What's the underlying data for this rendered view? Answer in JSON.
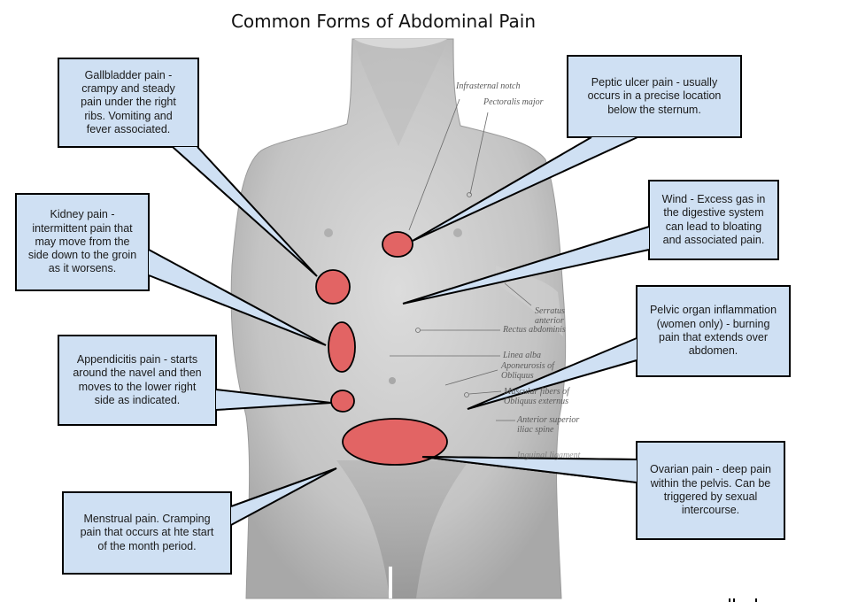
{
  "title": "Common Forms of Abdominal Pain",
  "colors": {
    "callout_fill": "#cfe0f3",
    "callout_stroke": "#000000",
    "marker_fill": "#e26464",
    "marker_stroke": "#000000",
    "body_fill": "#c9c9c9",
    "anatomy_label": "#5a5a5a"
  },
  "callouts": [
    {
      "id": "gallbladder",
      "text": "Gallbladder pain -\ncrampy and steady\npain under the right\nribs. Vomiting and\nfever associated."
    },
    {
      "id": "kidney",
      "text": "Kidney pain -\nintermittent pain that\nmay move from the\nside down to the groin\nas it worsens."
    },
    {
      "id": "appendicitis",
      "text": "Appendicitis pain - starts\naround the navel and then\nmoves to the lower right\nside as indicated."
    },
    {
      "id": "menstrual",
      "text": "Menstrual pain. Cramping\npain that occurs at hte start\nof the month period."
    },
    {
      "id": "peptic-ulcer",
      "text": "Peptic ulcer pain - usually\noccurs in a precise location\nbelow the sternum."
    },
    {
      "id": "wind",
      "text": "Wind - Excess gas in\nthe digestive system\ncan lead to bloating\nand associated pain."
    },
    {
      "id": "pelvic",
      "text": "Pelvic organ inflammation\n(women only)  - burning\npain that extends over\nabdomen."
    },
    {
      "id": "ovarian",
      "text": "Ovarian pain - deep pain\nwithin the pelvis. Can be\ntriggered by sexual\nintercourse."
    }
  ],
  "markers": [
    {
      "id": "peptic-ulcer",
      "label": "peptic ulcer area"
    },
    {
      "id": "gallbladder",
      "label": "gallbladder area"
    },
    {
      "id": "kidney",
      "label": "kidney area"
    },
    {
      "id": "appendix",
      "label": "appendix area"
    },
    {
      "id": "pelvis",
      "label": "pelvic area"
    }
  ],
  "anatomy_labels": [
    {
      "id": "infrasternal-notch",
      "text": "Infrasternal notch"
    },
    {
      "id": "pectoralis-major",
      "text": "Pectoralis major"
    },
    {
      "id": "serratus-anterior",
      "text": "Serratus\n   anterior"
    },
    {
      "id": "rectus-abdominis",
      "text": "Rectus abdominis"
    },
    {
      "id": "linea-alba",
      "text": "Linea alba"
    },
    {
      "id": "aponeurosis",
      "text": "Aponeurosis of\n  Obliquus"
    },
    {
      "id": "muscular-fibers",
      "text": "Muscular fibers of\nObliquus externus"
    },
    {
      "id": "anterior-superior-iliac-spine",
      "text": "Anterior superior\n  iliac spine"
    },
    {
      "id": "inguinal-ligament",
      "text": "Inguinal ligament"
    }
  ]
}
